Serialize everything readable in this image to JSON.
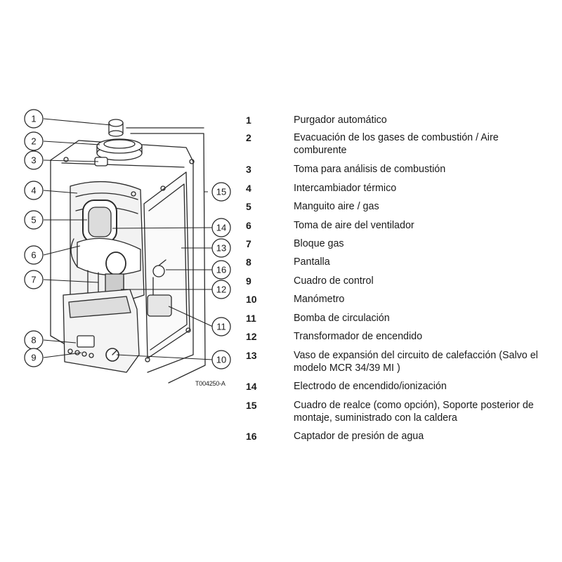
{
  "figure": {
    "reference_code": "T004250-A",
    "callouts_left": [
      "1",
      "2",
      "3",
      "4",
      "5",
      "6",
      "7",
      "8",
      "9"
    ],
    "callouts_right": [
      "15",
      "14",
      "13",
      "16",
      "12",
      "11",
      "10"
    ]
  },
  "legend": [
    {
      "number": "1",
      "text": "Purgador automático"
    },
    {
      "number": "2",
      "text": "Evacuación de los gases de combustión / Aire comburente"
    },
    {
      "number": "3",
      "text": "Toma para análisis de combustión"
    },
    {
      "number": "4",
      "text": "Intercambiador térmico"
    },
    {
      "number": "5",
      "text": "Manguito aire / gas"
    },
    {
      "number": "6",
      "text": "Toma de aire del ventilador"
    },
    {
      "number": "7",
      "text": "Bloque gas"
    },
    {
      "number": "8",
      "text": "Pantalla"
    },
    {
      "number": "9",
      "text": "Cuadro de control"
    },
    {
      "number": "10",
      "text": "Manómetro"
    },
    {
      "number": "11",
      "text": "Bomba de circulación"
    },
    {
      "number": "12",
      "text": "Transformador de encendido"
    },
    {
      "number": "13",
      "text": "Vaso de expansión del circuito de calefacción (Salvo el modelo MCR 34/39 MI )"
    },
    {
      "number": "14",
      "text": "Electrodo de encendido/ionización"
    },
    {
      "number": "15",
      "text": "Cuadro de realce (como opción), Soporte posterior de montaje, suministrado con la caldera"
    },
    {
      "number": "16",
      "text": "Captador de presión de agua"
    }
  ]
}
